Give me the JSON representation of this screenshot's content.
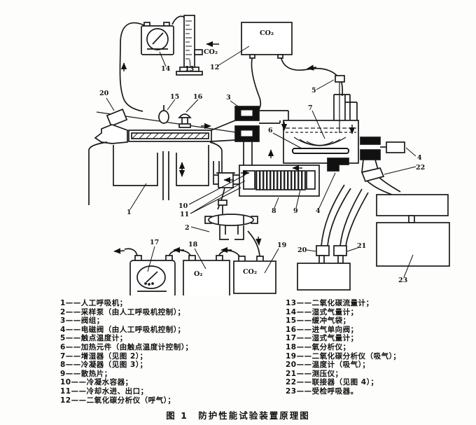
{
  "figure": {
    "caption": "图 1　防护性能试验装置原理图"
  },
  "legend": {
    "left": [
      "1——人工呼吸机；",
      "2——采样泵（由人工呼吸机控制）；",
      "3——阀组；",
      "4——电磁阀（由人工呼吸机控制）；",
      "5——触点温度计；",
      "6——加热元件（由触点温度计控制）；",
      "7——增湿器（见图 2）；",
      "8——冷凝器（见图 3）；",
      "9——散热片；",
      "10——冷凝水容器；",
      "11——冷却水进、出口；",
      "12——二氧化碳分析仪（呼气）；"
    ],
    "right": [
      "13——二氧化碳流量计；",
      "14——湿式气量计；",
      "15——缓冲气袋；",
      "16——进气单向阀；",
      "17——湿式气量计；",
      "18——氧分析仪；",
      "19——二氧化碳分析仪（吸气）；",
      "20——温度计（吸气）；",
      "21——测压仪；",
      "22——联接器（见图 4）；",
      "23——受检呼吸器。"
    ]
  },
  "diagram": {
    "gas_labels": {
      "co2_inlet": "CO₂",
      "box12": "CO₂",
      "box18": "O₂",
      "box19": "CO₂"
    },
    "parts": {
      "p1": "1",
      "p2": "2",
      "p3": "3",
      "p4a": "4",
      "p4b": "4",
      "p5": "5",
      "p6": "6",
      "p7": "7",
      "p8": "8",
      "p9": "9",
      "p10": "10",
      "p11": "11",
      "p12": "12",
      "p13": "13",
      "p14": "14",
      "p15": "15",
      "p16": "16",
      "p17": "17",
      "p18": "18",
      "p19": "19",
      "p20a": "20",
      "p20b": "20",
      "p21": "21",
      "p22": "22",
      "p23": "23"
    }
  }
}
